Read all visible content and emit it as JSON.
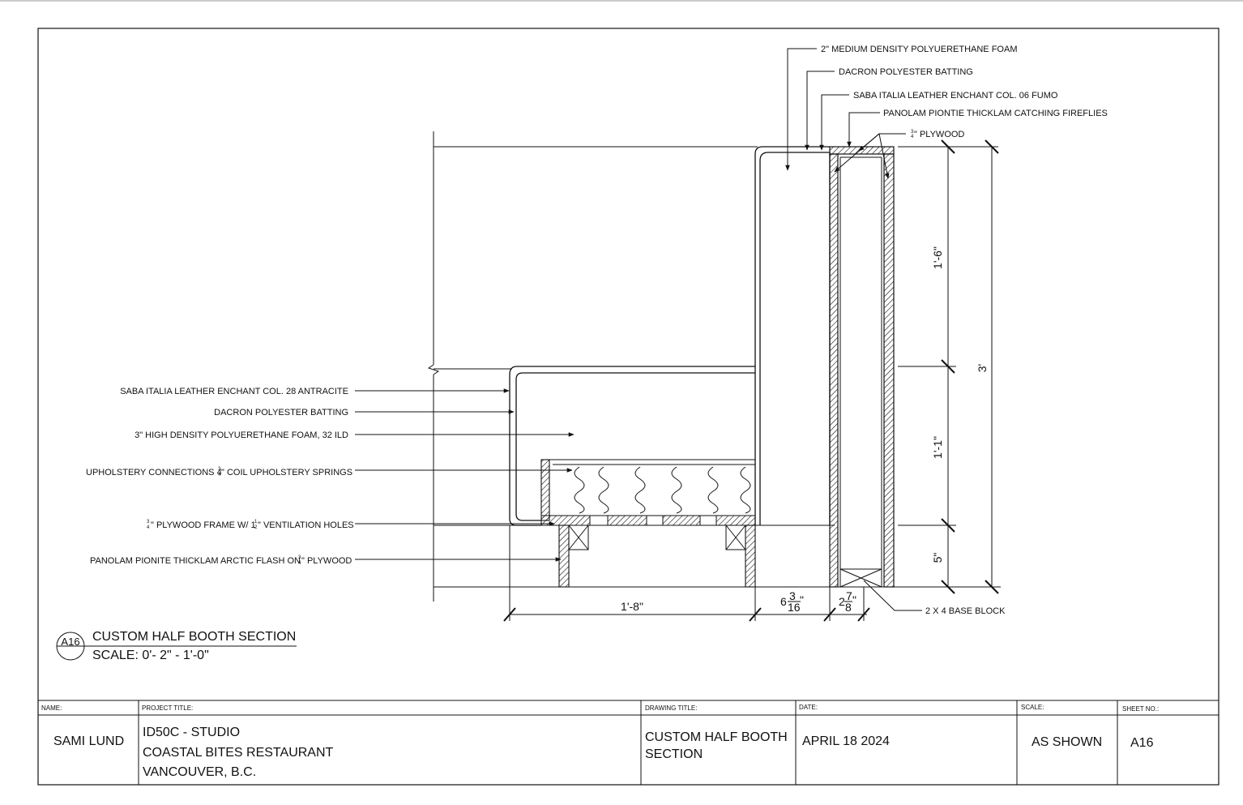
{
  "labels": {
    "foam_2in": "2\" MEDIUM DENSITY POLYUERETHANE FOAM",
    "dacron_top": "DACRON POLYESTER BATTING",
    "saba_fumo": "SABA ITALIA LEATHER ENCHANT COL. 06 FUMO",
    "panolam_fireflies": "PANOLAM PIONTIE THICKLAM CATCHING FIREFLIES",
    "plywood_back_num": "3",
    "plywood_back_den": "4",
    "plywood_back": "\" PLYWOOD",
    "saba_antracite": "SABA ITALIA LEATHER ENCHANT COL. 28 ANTRACITE",
    "dacron_seat": "DACRON POLYESTER BATTING",
    "foam_3in": "3\" HIGH DENSITY POLYUERETHANE FOAM, 32 ILD",
    "springs_a": "UPHOLSTERY CONNECTIONS 4",
    "springs_num": "3",
    "springs_den": "4",
    "springs_b": "\" COIL UPHOLSTERY SPRINGS",
    "frame_num": "3",
    "frame_den": "4",
    "frame_a": "\" PLYWOOD FRAME W/ 1",
    "frame_num2": "1",
    "frame_den2": "2",
    "frame_b": "\" VENTILATION HOLES",
    "panolam_arctic_a": "PANOLAM PIONITE THICKLAM  ARCTIC FLASH ON",
    "panolam_arctic_num": "3",
    "panolam_arctic_den": "4",
    "panolam_arctic_b": "\" PLYWOOD",
    "base_block": "2 X 4 BASE BLOCK"
  },
  "dimensions": {
    "back_upper": "1'-6\"",
    "back_lower": "1'-1\"",
    "base": "5\"",
    "overall": "3'",
    "seat_depth": "1'-8\"",
    "back_thickness_whole": "6",
    "back_thickness_num": "3",
    "back_thickness_den": "16",
    "panel_whole": "2",
    "panel_num": "7",
    "panel_den": "8",
    "inch": "\""
  },
  "section": {
    "tag": "A16",
    "title": "CUSTOM HALF BOOTH SECTION",
    "scale": "SCALE: 0'- 2\" - 1'-0\""
  },
  "title_block": {
    "name_head": "NAME:",
    "name": "SAMI LUND",
    "project_head": "PROJECT TITLE:",
    "project_line1": "ID50C - STUDIO",
    "project_line2": "COASTAL BITES RESTAURANT",
    "project_line3": "VANCOUVER, B.C.",
    "drawing_head": "DRAWING TITLE:",
    "drawing_line1": "CUSTOM HALF BOOTH",
    "drawing_line2": "SECTION",
    "date_head": "DATE:",
    "date": "APRIL 18 2024",
    "scale_head": "SCALE:",
    "scale": "AS SHOWN",
    "sheet_head": "SHEET NO.:",
    "sheet": "A16"
  }
}
